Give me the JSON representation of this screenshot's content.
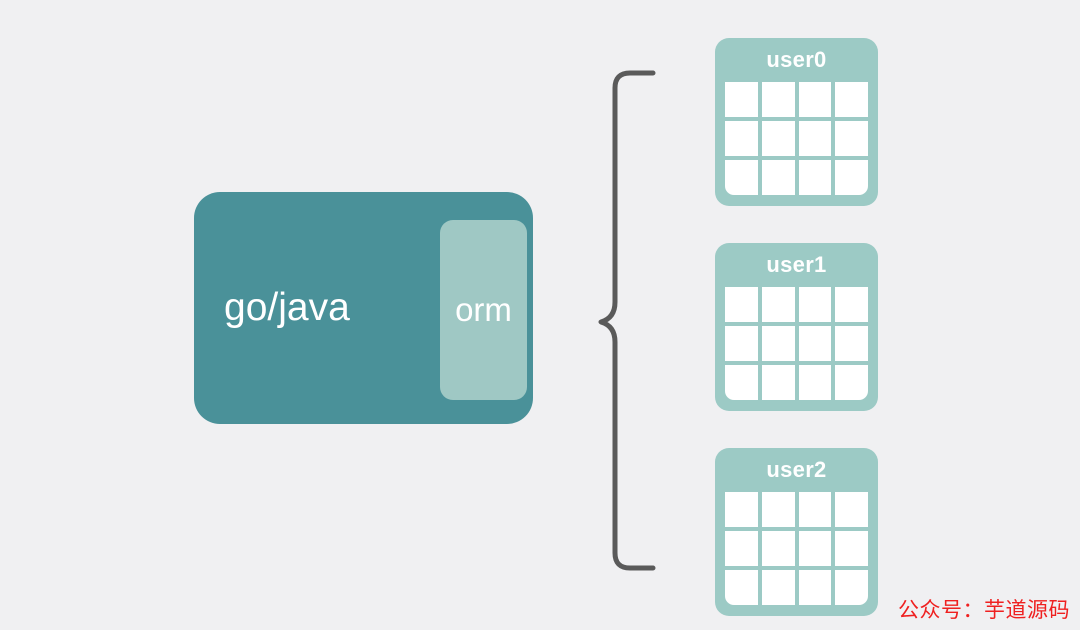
{
  "diagram": {
    "background_color": "#f0f0f2",
    "app_block": {
      "language_label": "go/java",
      "orm_label": "orm",
      "block_color": "#4a9199",
      "orm_color": "#9fc8c4",
      "text_color": "#ffffff"
    },
    "connector": {
      "type": "curly-brace",
      "orientation": "right",
      "color": "#5a5a5a",
      "stroke_width": 5
    },
    "tables": [
      {
        "title": "user0",
        "card_color": "#9ccac5",
        "cell_color": "#ffffff",
        "columns": 4,
        "rows": 3
      },
      {
        "title": "user1",
        "card_color": "#9ccac5",
        "cell_color": "#ffffff",
        "columns": 4,
        "rows": 3
      },
      {
        "title": "user2",
        "card_color": "#9ccac5",
        "cell_color": "#ffffff",
        "columns": 4,
        "rows": 3
      }
    ]
  },
  "watermark": {
    "text": "公众号：芋道源码",
    "color": "#ef2020"
  }
}
